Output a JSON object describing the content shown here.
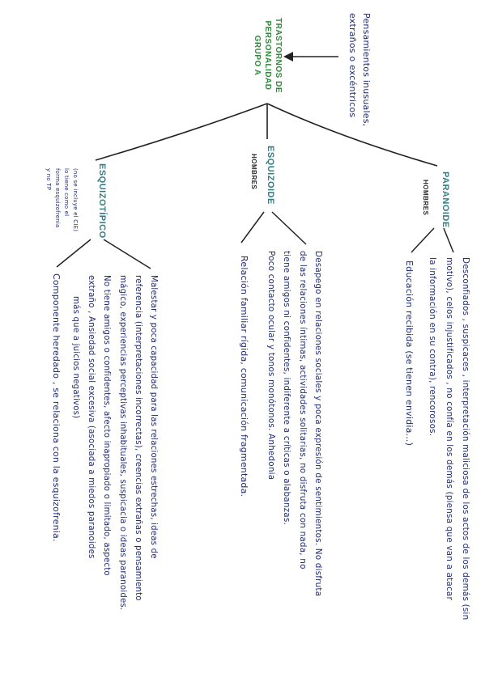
{
  "main": {
    "intro": [
      "Pensamientos inusuales,",
      "extraños o excéntricos"
    ],
    "title": [
      "TRASTORNOS DE",
      "PERSONALIDAD",
      "GRUPO A"
    ]
  },
  "branches": {
    "paranoide": {
      "title": "Paranoide",
      "subtitle": "HOMBRES",
      "desc": [
        "Desconfiados , suspicaces , interpretación maliciosa de los actos de los demás (sin",
        "motivo), celos injustificados , no confía en los demás (piensa que van a atacar",
        "la información en su contra), rencorosos."
      ],
      "cause": "Educación recibida (se tienen envidia...)"
    },
    "esquizoide": {
      "title": "Esquizoide",
      "subtitle": "HOMBRES",
      "desc": [
        "Desapego en relaciones sociales y poca expresión de sentimientos. No disfruta",
        "de las relaciones íntimas, actividades solitarias, no disfruta con nada, no",
        "tiene amigos ni confidentes, indiferente a críticas o alabanzas.",
        "Poco contacto ocular y tonos monótonos. Anhedonia"
      ],
      "cause": "Relación familiar rígida, comunicación fragmentada."
    },
    "esquizotipico": {
      "title": "Esquizotípico",
      "note": [
        "(no se incluye el CIE)",
        "lo tiene como el",
        "forma esquizofrenia",
        "y no TP"
      ],
      "desc": [
        "Malestar y poca capacidad para las relaciones estrechas, ideas de",
        "referencia (interpretaciones incorrectas), creencias extrañas o pensamiento",
        "mágico, experiencias perceptivas inhabituales, suspicacia o ideas paranoides.",
        "No tiene amigos o confidentes, afecto inapropiado o limitado, aspecto",
        "extraño , Ansiedad social excesiva (asociada a miedos paranoides",
        "más que a juicios negativos)"
      ],
      "cause": "Componente heredado , se relaciona con la esquizofrenia."
    }
  },
  "colors": {
    "ink": "#1f2a78",
    "green": "#2e8b3a",
    "teal": "#2f7f86",
    "dark": "#2b2b2b"
  }
}
